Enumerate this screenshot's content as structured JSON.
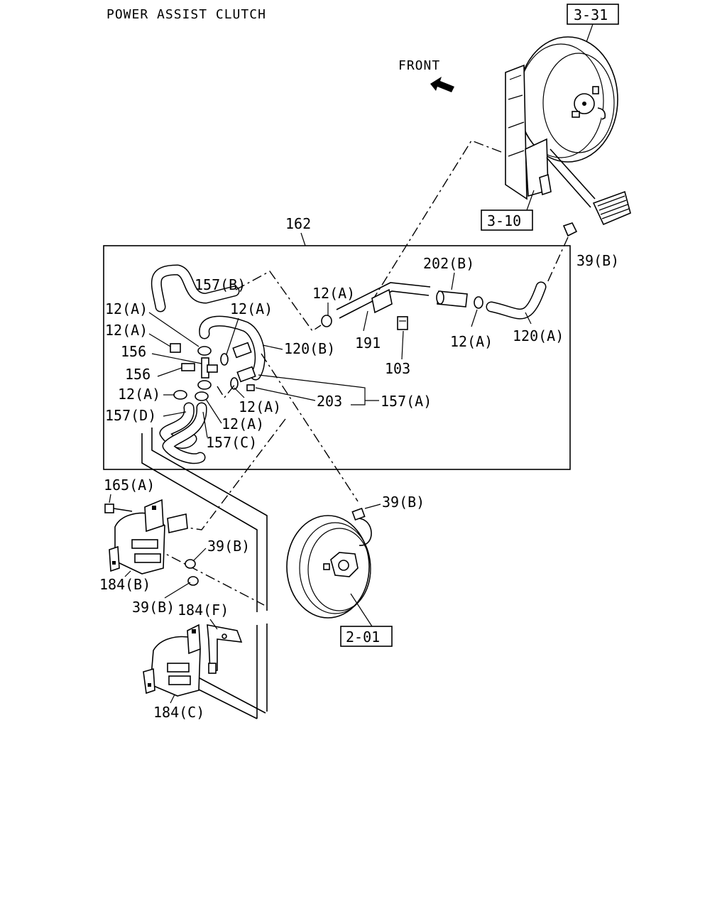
{
  "title": "POWER ASSIST CLUTCH",
  "front_label": "FRONT",
  "refs": {
    "r331": "3-31",
    "r310": "3-10",
    "r201": "2-01"
  },
  "labels": {
    "l162": "162",
    "l157b": "157(B)",
    "l12a_1": "12(A)",
    "l12a_2": "12(A)",
    "l12a_3": "12(A)",
    "l12a_4": "12(A)",
    "l12a_5": "12(A)",
    "l12a_6": "12(A)",
    "l12a_7": "12(A)",
    "l12a_8": "12(A)",
    "l156_1": "156",
    "l156_2": "156",
    "l157d": "157(D)",
    "l157c": "157(C)",
    "l120b": "120(B)",
    "l191": "191",
    "l103": "103",
    "l202b": "202(B)",
    "l120a": "120(A)",
    "l39b_1": "39(B)",
    "l39b_2": "39(B)",
    "l39b_3": "39(B)",
    "l39b_4": "39(B)",
    "l203": "203",
    "l157a": "157(A)",
    "l165a": "165(A)",
    "l184b": "184(B)",
    "l184f": "184(F)",
    "l184c": "184(C)"
  }
}
